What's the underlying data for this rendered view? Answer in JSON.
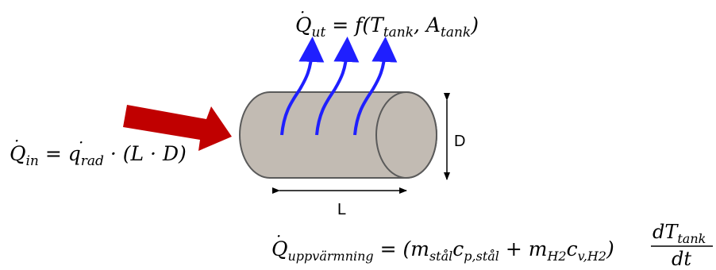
{
  "equations": {
    "q_out": {
      "lhs_symbol": "Q",
      "lhs_sub": "ut",
      "rhs_prefix": " = f(T",
      "arg1_sub": "tank",
      "separator": ", A",
      "arg2_sub": "tank",
      "close": ")"
    },
    "q_in": {
      "lhs_symbol": "Q",
      "lhs_sub": "in",
      "mid": " = q",
      "q_sub": "rad",
      "tail": " · (L · D)"
    },
    "q_heat": {
      "lhs_symbol": "Q",
      "lhs_sub": "uppvärmning",
      "eq": " = (m",
      "m1_sub": "stål",
      "c1": "c",
      "c1_sub": "p,stål",
      "plus": " + m",
      "m2_sub": "H2",
      "c2": "c",
      "c2_sub": "v,H2",
      "close": ")",
      "frac_num": "dT",
      "frac_num_sub": "tank",
      "frac_den": "dt"
    }
  },
  "labels": {
    "diameter": "D",
    "length": "L"
  },
  "colors": {
    "heat_arrow_in": "#c00000",
    "heat_arrows_out": "#1f1fff",
    "tank_fill": "#c2bbb3",
    "tank_stroke": "#5a5a5a"
  }
}
